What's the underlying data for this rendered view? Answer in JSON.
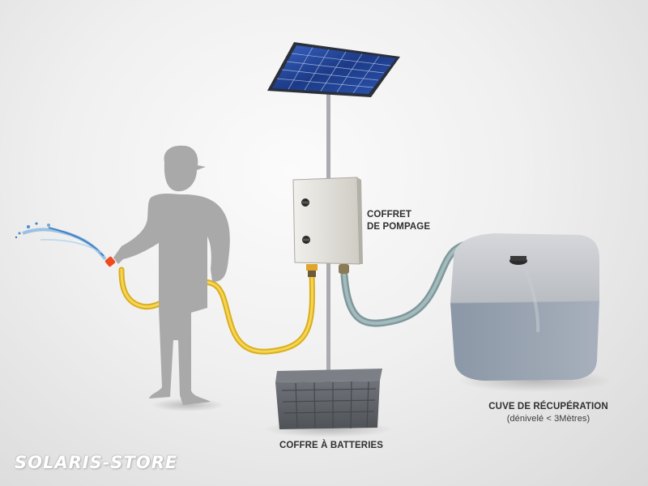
{
  "labels": {
    "coffret_line1": "COFFRET",
    "coffret_line2": "DE POMPAGE",
    "coffre": "COFFRE À BATTERIES",
    "cuve_line1": "CUVE DE RÉCUPÉRATION",
    "cuve_line2": "(dénivelé < 3Mètres)"
  },
  "brand": {
    "logo_text": "SOLARIS-STORE"
  },
  "colors": {
    "background": "#f0f0f0",
    "person_silhouette": "#a9a9a9",
    "solar_panel": "#1f3f8a",
    "garden_hose": "#f2c93a",
    "suction_hose": "#8aa3a6",
    "tank_water": "#8e9aa8",
    "battery_box": "#5c6066",
    "pump_box": "#e3e1db",
    "hose_nozzle": "#f04a1e"
  },
  "icons": [
    "solar-panel-icon",
    "pump-box-icon",
    "battery-box-icon",
    "water-tank-icon",
    "person-silhouette-icon",
    "water-spray-icon"
  ]
}
